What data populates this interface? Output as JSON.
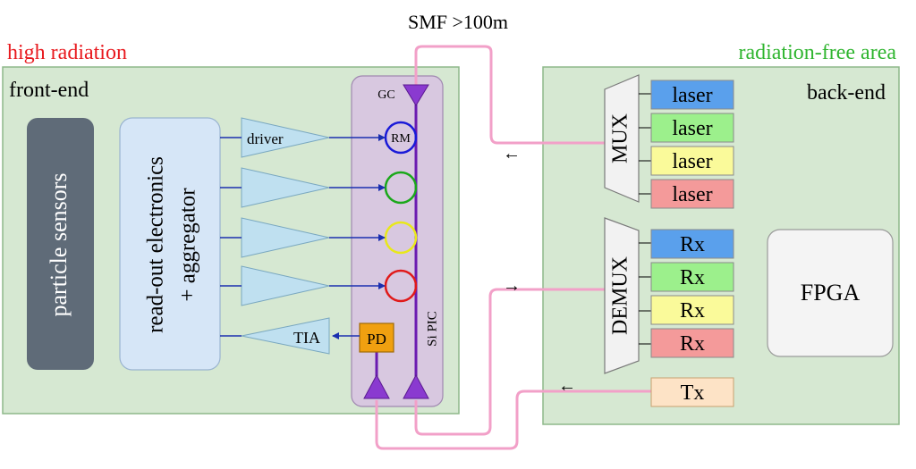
{
  "title": "SMF >100m",
  "zones": {
    "left_label": "high radiation",
    "left_color": "#e8191e",
    "right_label": "radiation-free area",
    "right_color": "#2fb52f"
  },
  "front_end": {
    "label": "front-end",
    "particle_sensors": "particle sensors",
    "readout_line1": "read-out electronics",
    "readout_line2": "+ aggregator",
    "driver": "driver",
    "tia": "TIA"
  },
  "pic": {
    "label": "Si PIC",
    "gc": "GC",
    "rm": "RM",
    "pd": "PD",
    "ring_colors": [
      "#1a1ad8",
      "#1aa81a",
      "#e8e81a",
      "#e01a1a"
    ]
  },
  "back_end": {
    "label": "back-end",
    "mux": "MUX",
    "demux": "DEMUX",
    "lasers": [
      {
        "label": "laser",
        "color": "#5aa0ec"
      },
      {
        "label": "laser",
        "color": "#9cf08c"
      },
      {
        "label": "laser",
        "color": "#fafa9a"
      },
      {
        "label": "laser",
        "color": "#f49a9a"
      }
    ],
    "receivers": [
      {
        "label": "Rx",
        "color": "#5aa0ec"
      },
      {
        "label": "Rx",
        "color": "#9cf08c"
      },
      {
        "label": "Rx",
        "color": "#fafa9a"
      },
      {
        "label": "Rx",
        "color": "#f49a9a"
      }
    ],
    "tx": "Tx",
    "tx_color": "#fde3c6",
    "fpga": "FPGA"
  },
  "arrows": {
    "left": "←",
    "right": "→"
  },
  "colors": {
    "panel_fill": "#d6e8d2",
    "panel_stroke": "#8eb88a",
    "sensor_fill": "#5f6b78",
    "readout_fill": "#d6e6f7",
    "amp_fill": "#bfe0f0",
    "pic_fill": "#d8c8e0",
    "waveguide": "#6a1bb0",
    "fiber": "#f2a0c8",
    "signal": "#1b2fb0",
    "pd_fill": "#f0a010"
  }
}
